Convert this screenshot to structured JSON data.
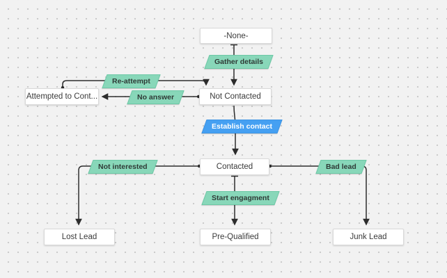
{
  "canvas": {
    "background": "#f2f2f2",
    "dot_color": "#c9c9c9"
  },
  "colors": {
    "transition_green": "#88d7b9",
    "transition_green_border": "#6cc9a6",
    "transition_blue": "#45a0f2",
    "transition_blue_border": "#3b93e4",
    "state_background": "#ffffff",
    "state_border": "#d9d9d9",
    "edge_line": "#2c2c2c",
    "state_text": "#3a3a3a",
    "transition_text_dark": "#2f3a36",
    "transition_text_light": "#ffffff"
  },
  "states": [
    {
      "id": "none",
      "label": "-None-"
    },
    {
      "id": "attempted",
      "label": "Attempted to Cont..."
    },
    {
      "id": "not-contacted",
      "label": "Not Contacted"
    },
    {
      "id": "contacted",
      "label": "Contacted"
    },
    {
      "id": "lost-lead",
      "label": "Lost Lead"
    },
    {
      "id": "pre-qualified",
      "label": "Pre-Qualified"
    },
    {
      "id": "junk-lead",
      "label": "Junk Lead"
    }
  ],
  "transitions": [
    {
      "id": "gather-details",
      "label": "Gather details",
      "color": "green",
      "from": "none",
      "to": "not-contacted"
    },
    {
      "id": "re-attempt",
      "label": "Re-attempt",
      "color": "green",
      "from": "attempted",
      "to": "not-contacted"
    },
    {
      "id": "no-answer",
      "label": "No answer",
      "color": "green",
      "from": "not-contacted",
      "to": "attempted"
    },
    {
      "id": "establish-contact",
      "label": "Establish contact",
      "color": "blue",
      "from": "not-contacted",
      "to": "contacted"
    },
    {
      "id": "not-interested",
      "label": "Not interested",
      "color": "green",
      "from": "contacted",
      "to": "lost-lead"
    },
    {
      "id": "bad-lead",
      "label": "Bad lead",
      "color": "green",
      "from": "contacted",
      "to": "junk-lead"
    },
    {
      "id": "start-engagment",
      "label": "Start engagment",
      "color": "green",
      "from": "contacted",
      "to": "pre-qualified"
    }
  ]
}
